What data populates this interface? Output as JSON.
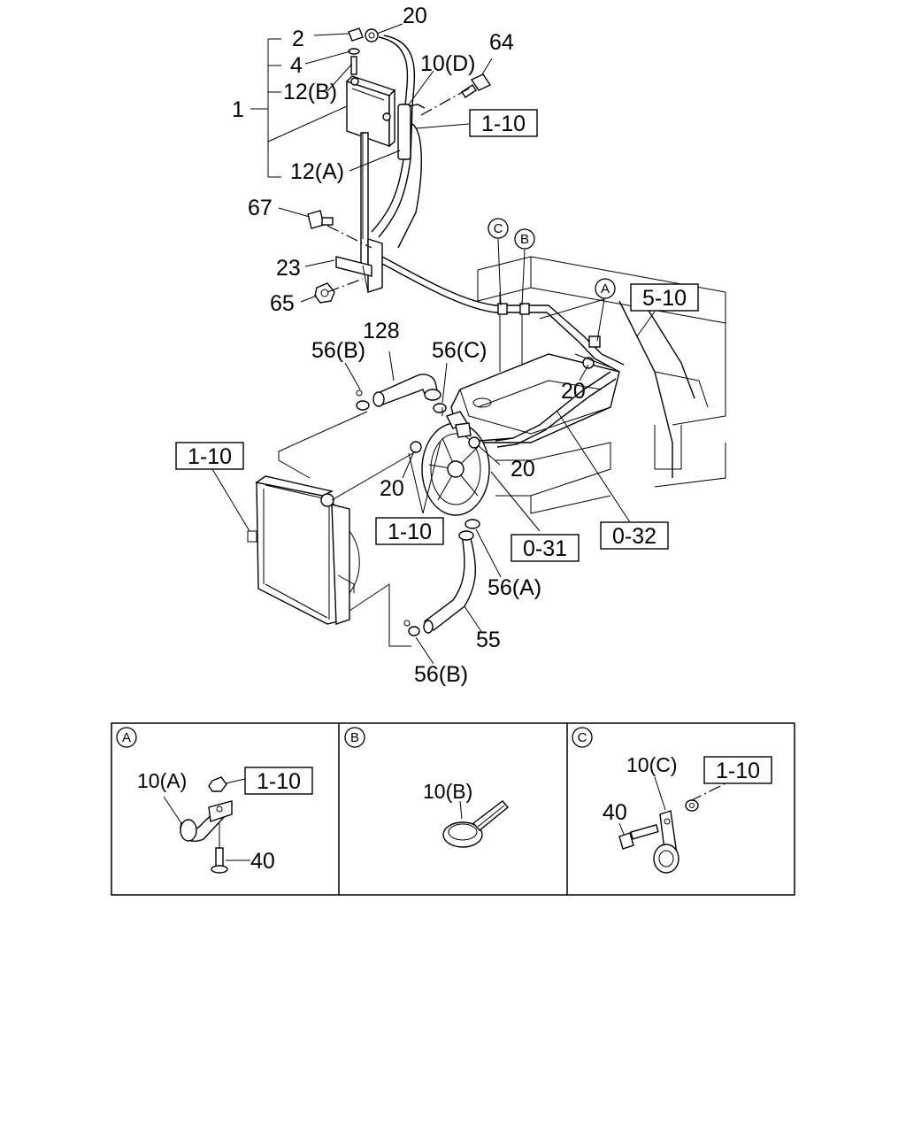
{
  "callouts": {
    "p20a": "20",
    "p2": "2",
    "p4": "4",
    "p12b": "12(B)",
    "p1": "1",
    "p10d": "10(D)",
    "p64": "64",
    "ref_1_10_top": "1-10",
    "p12a": "12(A)",
    "p67": "67",
    "p23": "23",
    "p65": "65",
    "circle_c": "C",
    "circle_b": "B",
    "circle_a": "A",
    "ref_5_10": "5-10",
    "p128": "128",
    "p56b_top": "56(B)",
    "p56c": "56(C)",
    "p20b": "20",
    "ref_1_10_left": "1-10",
    "p20c": "20",
    "p20d": "20",
    "ref_1_10_fan": "1-10",
    "ref_0_31": "0-31",
    "ref_0_32": "0-32",
    "p56a": "56(A)",
    "p55": "55",
    "p56b_bottom": "56(B)"
  },
  "details": {
    "panel_a": {
      "tag": "A",
      "part": "10(A)",
      "ref": "1-10",
      "bolt": "40"
    },
    "panel_b": {
      "tag": "B",
      "part": "10(B)"
    },
    "panel_c": {
      "tag": "C",
      "part": "10(C)",
      "ref": "1-10",
      "bolt": "40"
    }
  }
}
